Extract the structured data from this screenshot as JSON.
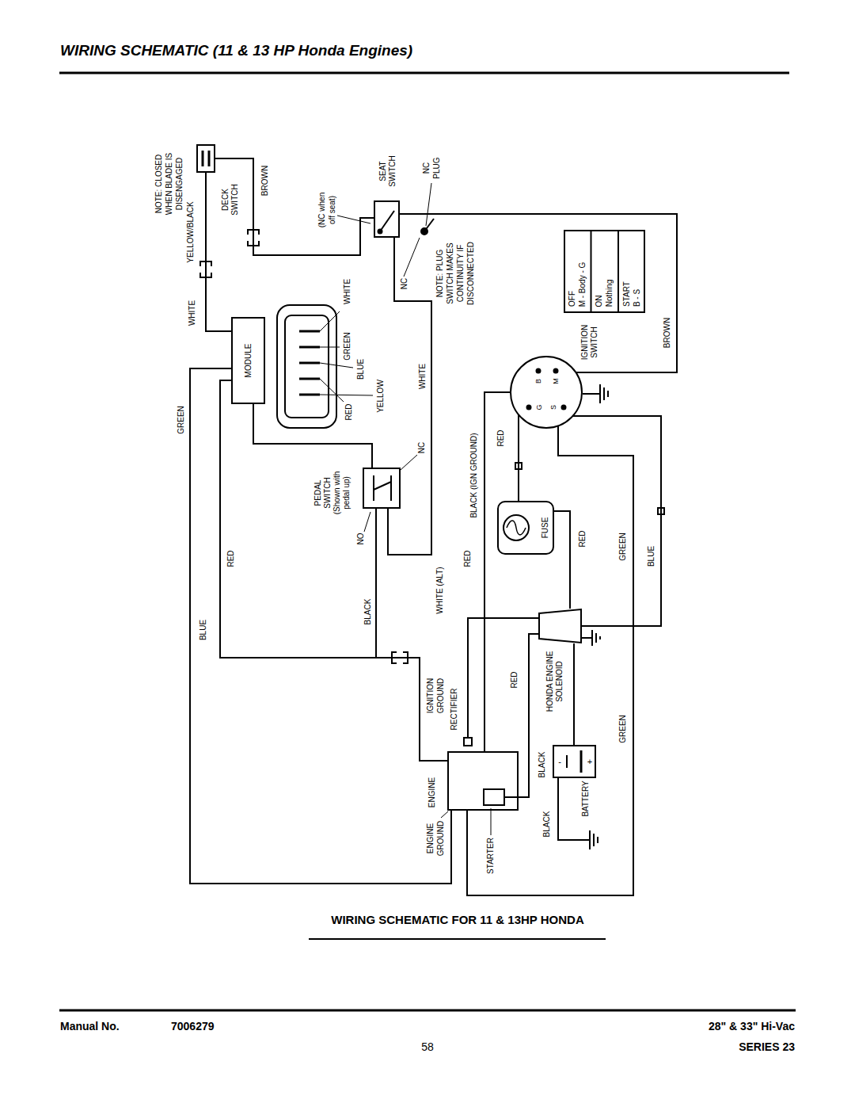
{
  "diagram": {
    "title": "WIRING SCHEMATIC (11 & 13 HP Honda Engines)",
    "caption": "WIRING SCHEMATIC FOR 11 & 13HP HONDA",
    "nodes": [
      {
        "text": [
          "DECK SWITCH"
        ]
      },
      {
        "text": [
          "MODULE"
        ]
      },
      {
        "text": [
          "SEAT SWITCH"
        ]
      },
      {
        "text": [
          "PEDAL SWITCH (Shown with pedal up)"
        ]
      },
      {
        "text": [
          "OFF",
          "M - Body - G",
          "ON",
          "Nothing",
          "START",
          "B - S"
        ]
      },
      {
        "text": [
          "IGNITION SWITCH"
        ]
      },
      {
        "text": [
          "FUSE"
        ]
      },
      {
        "text": [
          "HONDA ENGINE SOLENOID"
        ]
      },
      {
        "text": [
          "RECTIFIER"
        ]
      },
      {
        "text": [
          "ENGINE"
        ]
      },
      {
        "text": [
          "STARTER"
        ],
        "in": 9
      },
      {
        "text": [
          "BATTERY"
        ]
      }
    ],
    "edges": [
      {
        "from": 0,
        "to": 1,
        "arrow": "none"
      },
      {
        "from": 0,
        "to": 2,
        "arrow": "none"
      },
      {
        "from": 2,
        "to": 3,
        "arrow": "none"
      },
      {
        "from": 1,
        "to": 3,
        "arrow": "none"
      },
      {
        "from": 1,
        "to": 9,
        "arrow": "none"
      },
      {
        "from": 1,
        "to": 9,
        "arrow": "none"
      },
      {
        "from": 3,
        "to": 9,
        "arrow": "none"
      },
      {
        "from": 5,
        "to": 6,
        "arrow": "none"
      },
      {
        "from": 6,
        "to": 7,
        "arrow": "none"
      },
      {
        "from": 5,
        "to": 7,
        "arrow": "none"
      },
      {
        "from": 11,
        "to": 7,
        "arrow": "none"
      },
      {
        "from": 5,
        "to": 9,
        "arrow": "none"
      },
      {
        "from": 7,
        "to": 10,
        "arrow": "none"
      },
      {
        "from": 8,
        "to": 7,
        "arrow": "none"
      },
      {
        "from": 5,
        "to": 2,
        "arrow": "none"
      },
      {
        "from": 5,
        "to": 9,
        "arrow": "none"
      }
    ],
    "labels": [
      "NOTE: CLOSED WHEN BLADE IS DISENGAGED",
      "YELLOW/BLACK",
      "BROWN",
      "WHITE",
      "GREEN",
      "RED",
      "BLUE",
      "WHITE",
      "GREEN",
      "BLUE",
      "RED",
      "YELLOW",
      "WHITE",
      "(NC when off seat)",
      "NC PLUG",
      "NC",
      "NOTE: PLUG SWITCH MAKES CONTINUITY IF DISCONNECTED",
      "NC",
      "NO",
      "B",
      "M",
      "G",
      "S",
      "BROWN",
      "RED",
      "BLACK (IGN GROUND)",
      "RED",
      "RED",
      "GREEN",
      "BLUE",
      "WHITE (ALT)",
      "BLACK",
      "IGNITION GROUND",
      "RED",
      "BLACK",
      "GREEN",
      "ENGINE GROUND",
      "BLACK",
      "+",
      "-",
      "Manual No.",
      "7006279",
      "28\" & 33\" Hi-Vac",
      "58",
      "SERIES 23"
    ]
  }
}
